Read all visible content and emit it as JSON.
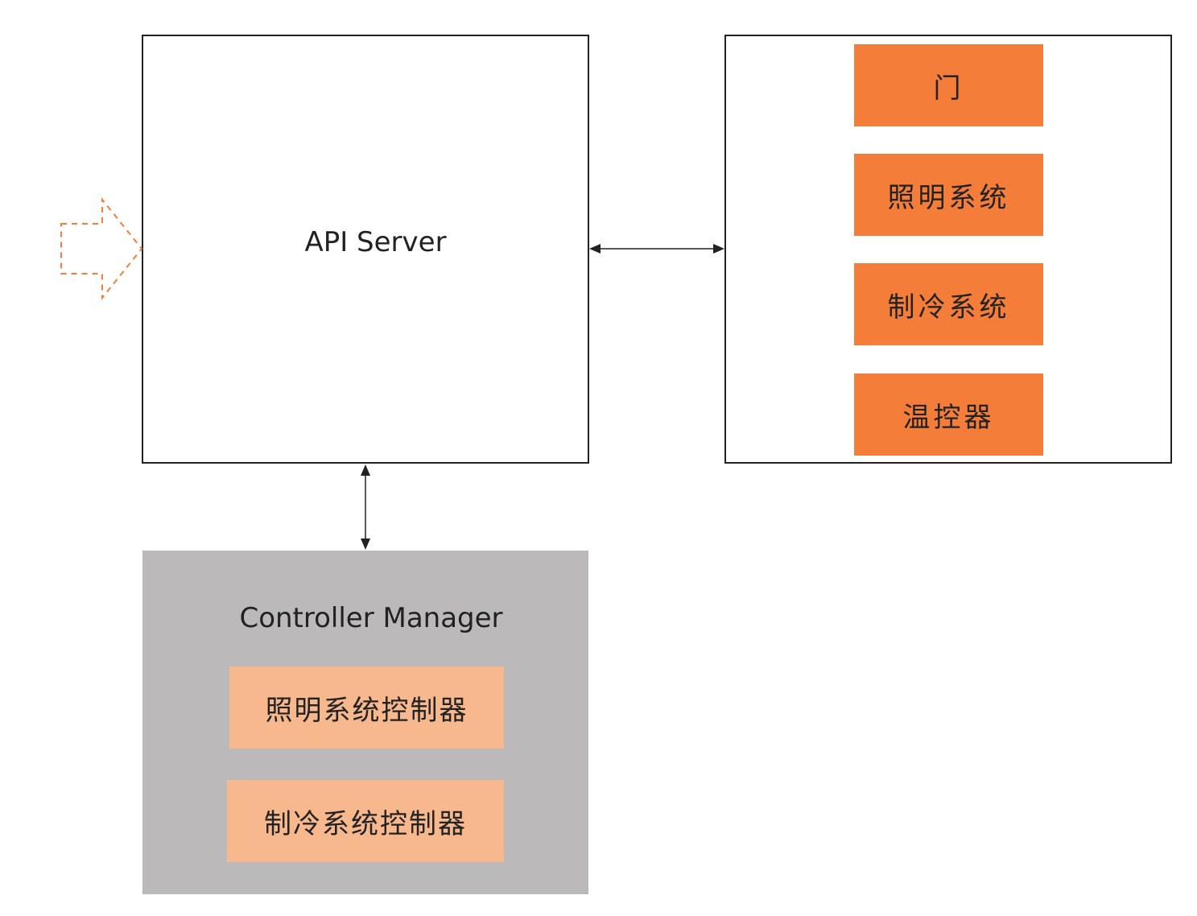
{
  "api_server": {
    "label": "API Server"
  },
  "devices": {
    "items": [
      {
        "label": "门"
      },
      {
        "label": "照明系统"
      },
      {
        "label": "制冷系统"
      },
      {
        "label": "温控器"
      }
    ]
  },
  "controller_manager": {
    "label": "Controller Manager",
    "items": [
      {
        "label": "照明系统控制器"
      },
      {
        "label": "制冷系统控制器"
      }
    ]
  },
  "colors": {
    "device_fill": "#f47e39",
    "controller_fill": "#f6b88c",
    "manager_fill": "#bbb9ba",
    "input_arrow": "#f47e39",
    "stroke": "#222222"
  }
}
